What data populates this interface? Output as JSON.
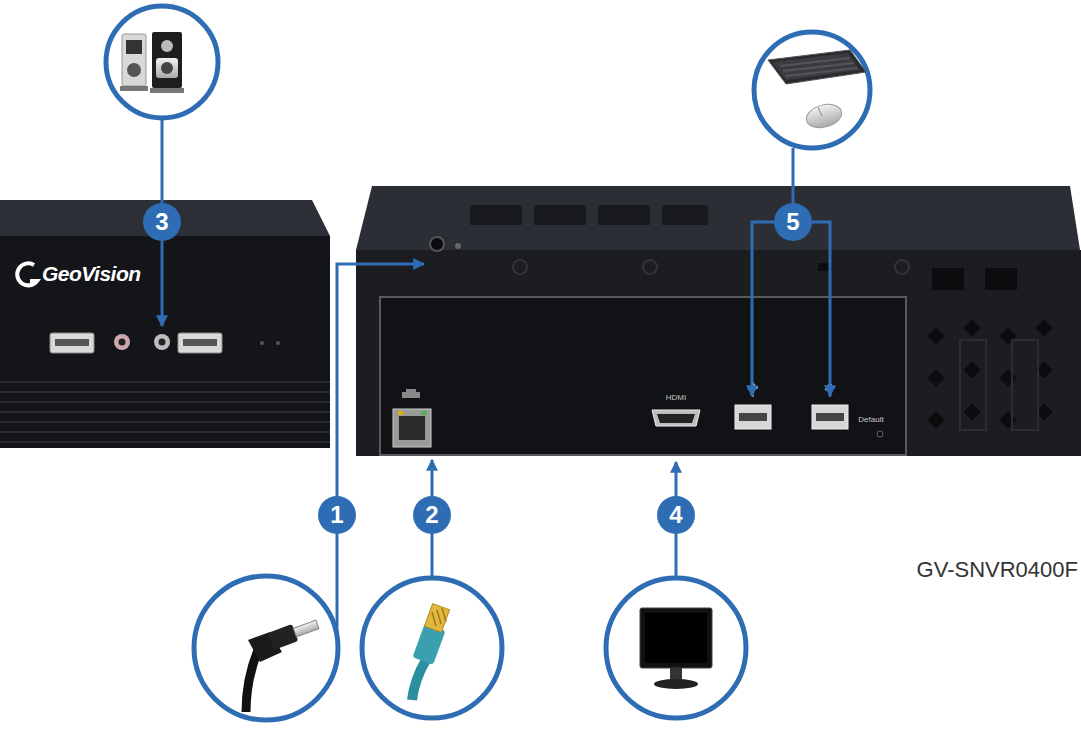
{
  "diagram": {
    "labels": [
      "3",
      "5",
      "GeoVision",
      "HDMI",
      "Default",
      "1",
      "2",
      "4",
      "GV-SNVR0400F"
    ]
  }
}
